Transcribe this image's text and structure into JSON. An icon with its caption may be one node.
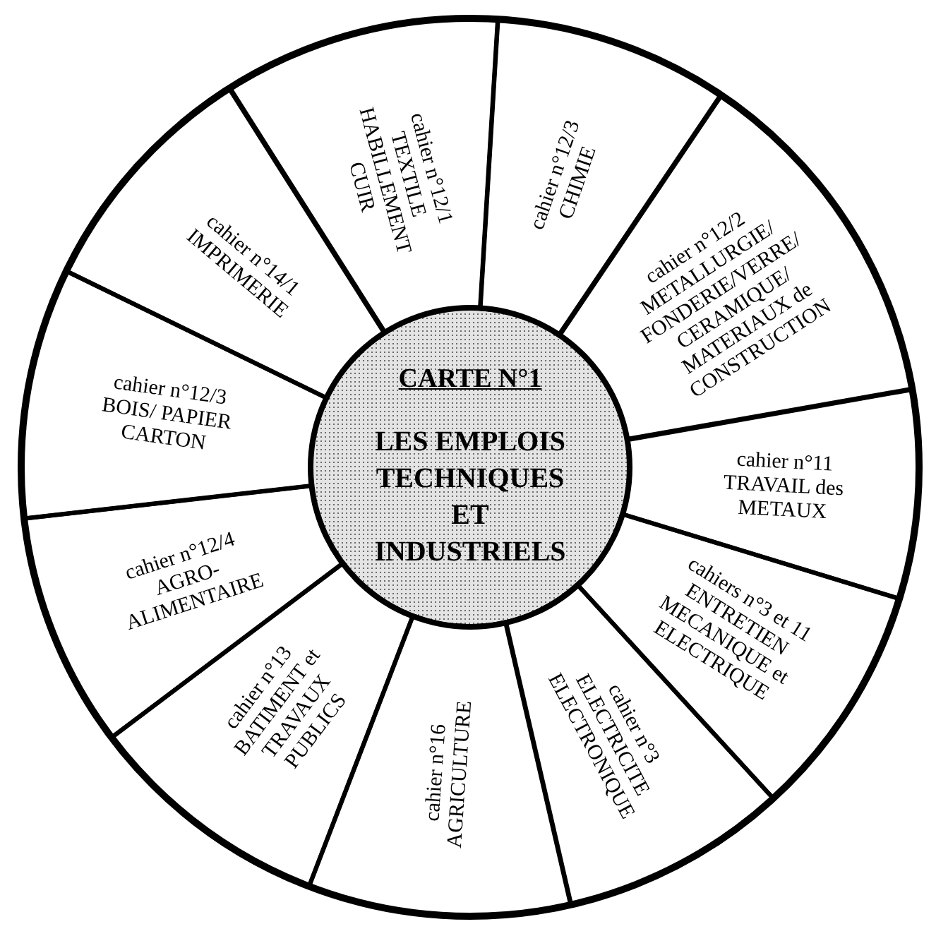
{
  "diagram": {
    "nodes": [
      {
        "text": [
          "CARTE N°1",
          "LES EMPLOIS TECHNIQUES ET INDUSTRIELS"
        ]
      },
      {
        "text": [
          "cahier n°12/1",
          "TEXTILE HABILLEMENT CUIR"
        ]
      },
      {
        "text": [
          "cahier n°12/3",
          "CHIMIE"
        ]
      },
      {
        "text": [
          "cahier n°12/2",
          "METALLURGIE/ FONDERIE/VERRE/ CERAMIQUE/ MATERIAUX de CONSTRUCTION"
        ]
      },
      {
        "text": [
          "cahier n°11",
          "TRAVAIL des METAUX"
        ]
      },
      {
        "text": [
          "cahiers n°3 et 11",
          "ENTRETIEN MECANIQUE et ELECTRIQUE"
        ]
      },
      {
        "text": [
          "cahier n°3",
          "ELECTRICITE ELECTRONIQUE"
        ]
      },
      {
        "text": [
          "cahier n°16",
          "AGRICULTURE"
        ]
      },
      {
        "text": [
          "cahier n°13",
          "BATIMENT et TRAVAUX PUBLICS"
        ]
      },
      {
        "text": [
          "cahier n°12/4",
          "AGRO-ALIMENTAIRE"
        ]
      },
      {
        "text": [
          "cahier n°12/3",
          "BOIS/ PAPIER CARTON"
        ]
      },
      {
        "text": [
          "cahier n°14/1",
          "IMPRIMERIE"
        ]
      }
    ]
  }
}
